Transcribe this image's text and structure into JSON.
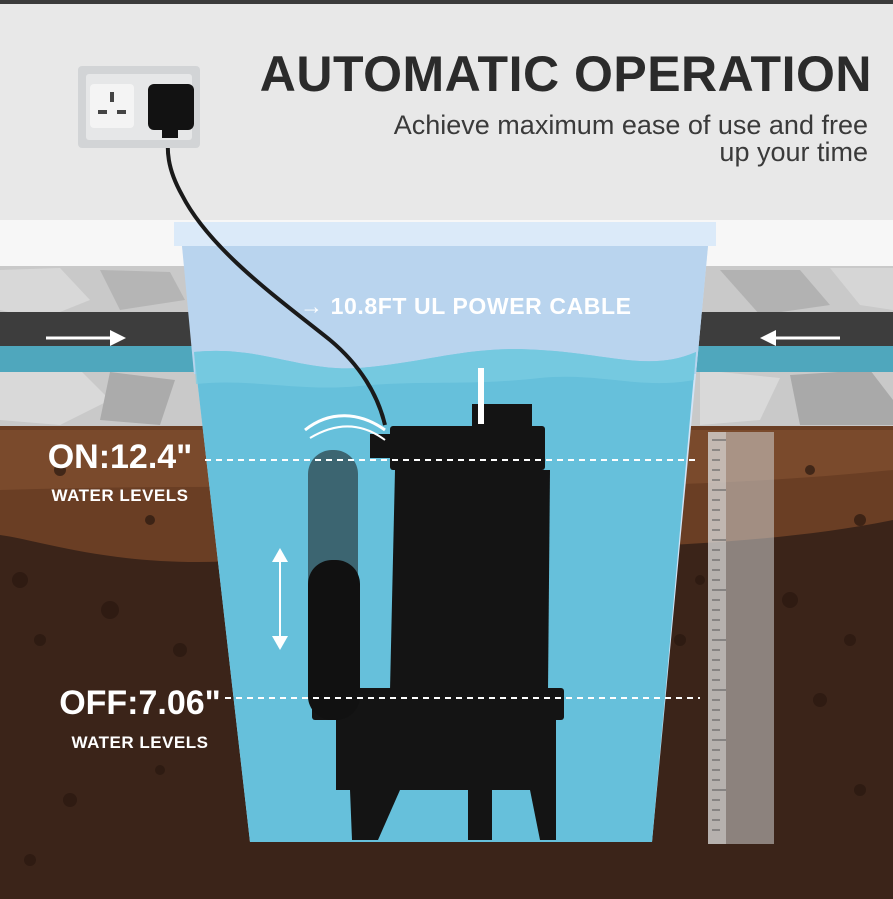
{
  "header": {
    "title": "AUTOMATIC OPERATION",
    "subtitle_line1": "Achieve maximum ease of use and free",
    "subtitle_line2": "up your time"
  },
  "labels": {
    "cable": "→ 10.8FT UL POWER CABLE",
    "on_level": "ON:12.4\"",
    "on_sub": "WATER LEVELS",
    "off_level": "OFF:7.06\"",
    "off_sub": "WATER LEVELS"
  },
  "icons": {
    "socket": "wall-socket-icon",
    "plug": "plug-icon",
    "inflow_left": "arrow-right-icon",
    "inflow_right": "arrow-left-icon",
    "float_travel": "up-down-arrow-icon"
  },
  "colors": {
    "wall": "#e9e9e9",
    "water": "#6cc2dc",
    "soil": "#4a2e1f",
    "pump": "#141414",
    "title": "#2b2b2b"
  }
}
